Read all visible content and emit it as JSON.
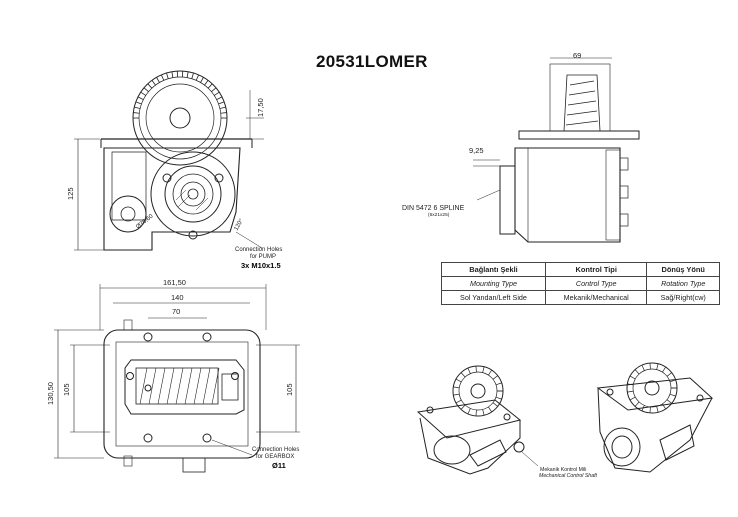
{
  "title": "20531LOMER",
  "dims": {
    "top_height": "17,50",
    "overall_height": "125",
    "bore_dia": "Ø36,60",
    "angle": "120°",
    "width_161": "161,50",
    "width_140": "140",
    "width_70": "70",
    "left_130": "130,50",
    "left_105": "105",
    "right_105": "105",
    "side_69": "69",
    "side_925": "9,25"
  },
  "labels": {
    "pump_holes_1": "Connection Holes",
    "pump_holes_2": "for PUMP",
    "pump_holes_3": "3x M10x1.5",
    "gear_holes_1": "Connection Holes",
    "gear_holes_2": "for GEARBOX",
    "gear_holes_3": "Ø11",
    "spline_1": "DIN 5472 6 SPLINE",
    "spline_2": "(6x21x25)",
    "control_1": "Mekanik Kontrol Mili",
    "control_2": "Mechanical Control Shaft"
  },
  "spec_table": {
    "headers": [
      "Bağlantı Şekli",
      "Kontrol Tipi",
      "Dönüş Yönü"
    ],
    "rows": [
      [
        "Mounting Type",
        "Control Type",
        "Rotation Type"
      ],
      [
        "Sol Yandan/Left Side",
        "Mekanik/Mechanical",
        "Sağ/Right(cw)"
      ]
    ]
  }
}
